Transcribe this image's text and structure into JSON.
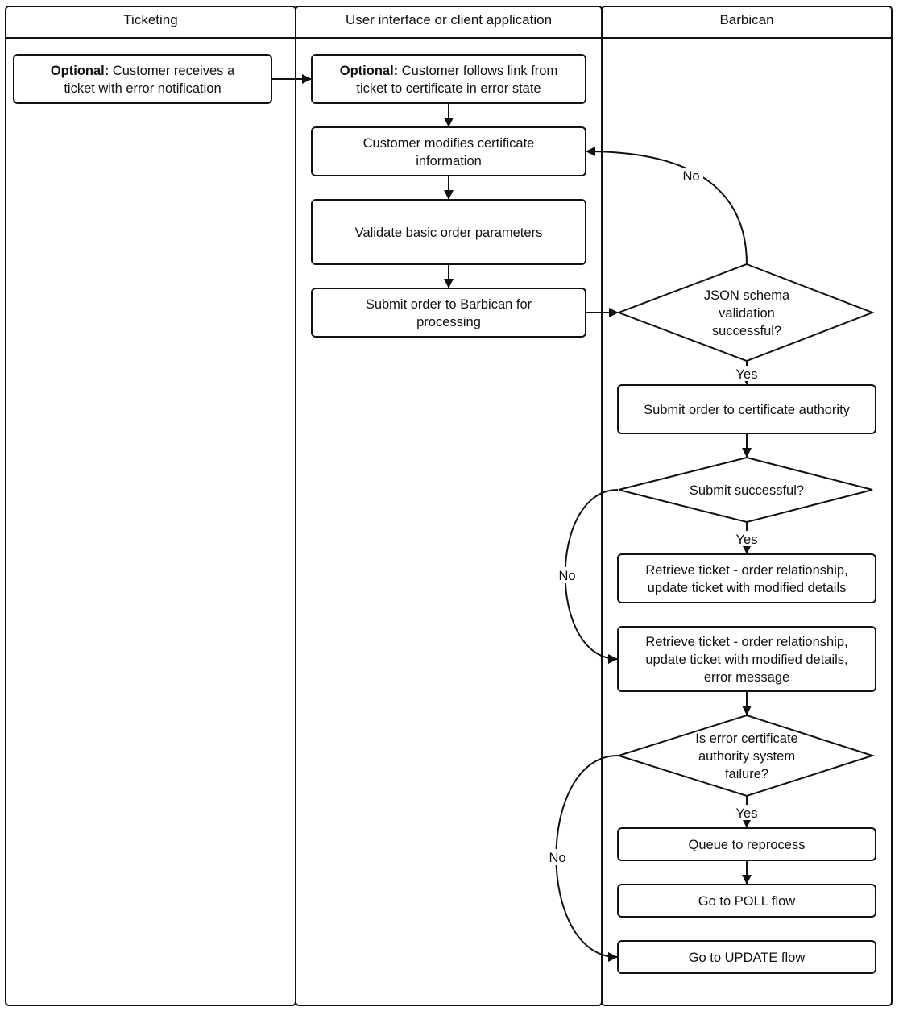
{
  "lanes": [
    {
      "id": "ticketing",
      "title": "Ticketing"
    },
    {
      "id": "ui",
      "title": "User interface or client application"
    },
    {
      "id": "barbican",
      "title": "Barbican"
    }
  ],
  "nodes": {
    "n_ticket": {
      "shape": "box",
      "lines": [
        [
          {
            "t": "Optional:",
            "b": true
          },
          {
            "t": " Customer receives a"
          }
        ],
        [
          {
            "t": "ticket with error notification"
          }
        ]
      ]
    },
    "n_follow": {
      "shape": "box",
      "lines": [
        [
          {
            "t": "Optional:",
            "b": true
          },
          {
            "t": " Customer follows link from"
          }
        ],
        [
          {
            "t": "ticket to certificate in error state"
          }
        ]
      ]
    },
    "n_modify": {
      "shape": "box",
      "lines": [
        [
          {
            "t": "Customer modifies certificate"
          }
        ],
        [
          {
            "t": "information"
          }
        ]
      ]
    },
    "n_validate": {
      "shape": "box",
      "lines": [
        [
          {
            "t": "Validate basic order parameters"
          }
        ]
      ]
    },
    "n_submit_barbican": {
      "shape": "box",
      "lines": [
        [
          {
            "t": "Submit order to Barbican for"
          }
        ],
        [
          {
            "t": "processing"
          }
        ]
      ]
    },
    "d_json": {
      "shape": "diamond",
      "lines": [
        [
          {
            "t": "JSON schema"
          }
        ],
        [
          {
            "t": "validation"
          }
        ],
        [
          {
            "t": "successful?"
          }
        ]
      ]
    },
    "n_submit_ca": {
      "shape": "box",
      "lines": [
        [
          {
            "t": "Submit order to certificate authority"
          }
        ]
      ]
    },
    "d_submit_ok": {
      "shape": "diamond",
      "lines": [
        [
          {
            "t": "Submit successful?"
          }
        ]
      ]
    },
    "n_retrieve_ok": {
      "shape": "box",
      "lines": [
        [
          {
            "t": "Retrieve ticket - order relationship,"
          }
        ],
        [
          {
            "t": "update ticket with modified details"
          }
        ]
      ]
    },
    "n_retrieve_err": {
      "shape": "box",
      "lines": [
        [
          {
            "t": "Retrieve ticket - order relationship,"
          }
        ],
        [
          {
            "t": "update ticket with modified details,"
          }
        ],
        [
          {
            "t": "error message"
          }
        ]
      ]
    },
    "d_ca_failure": {
      "shape": "diamond",
      "lines": [
        [
          {
            "t": "Is error certificate"
          }
        ],
        [
          {
            "t": "authority system"
          }
        ],
        [
          {
            "t": "failure?"
          }
        ]
      ]
    },
    "n_queue": {
      "shape": "box",
      "lines": [
        [
          {
            "t": "Queue to reprocess"
          }
        ]
      ]
    },
    "n_poll": {
      "shape": "box",
      "lines": [
        [
          {
            "t": "Go to POLL flow"
          }
        ]
      ]
    },
    "n_update": {
      "shape": "box",
      "lines": [
        [
          {
            "t": "Go to UPDATE flow"
          }
        ]
      ]
    }
  },
  "edges": [
    {
      "id": "e1",
      "from": "n_ticket",
      "to": "n_follow",
      "label": ""
    },
    {
      "id": "e2",
      "from": "n_follow",
      "to": "n_modify",
      "label": ""
    },
    {
      "id": "e3",
      "from": "n_modify",
      "to": "n_validate",
      "label": ""
    },
    {
      "id": "e4",
      "from": "n_validate",
      "to": "n_submit_barbican",
      "label": ""
    },
    {
      "id": "e5",
      "from": "n_submit_barbican",
      "to": "d_json",
      "label": ""
    },
    {
      "id": "e6",
      "from": "d_json",
      "to": "n_modify",
      "label": "No"
    },
    {
      "id": "e7",
      "from": "d_json",
      "to": "n_submit_ca",
      "label": "Yes"
    },
    {
      "id": "e8",
      "from": "n_submit_ca",
      "to": "d_submit_ok",
      "label": ""
    },
    {
      "id": "e9",
      "from": "d_submit_ok",
      "to": "n_retrieve_ok",
      "label": "Yes"
    },
    {
      "id": "e10",
      "from": "d_submit_ok",
      "to": "n_retrieve_err",
      "label": "No"
    },
    {
      "id": "e11",
      "from": "n_retrieve_err",
      "to": "d_ca_failure",
      "label": ""
    },
    {
      "id": "e12",
      "from": "d_ca_failure",
      "to": "n_queue",
      "label": "Yes"
    },
    {
      "id": "e13",
      "from": "n_queue",
      "to": "n_poll",
      "label": ""
    },
    {
      "id": "e14",
      "from": "d_ca_failure",
      "to": "n_update",
      "label": "No"
    }
  ]
}
